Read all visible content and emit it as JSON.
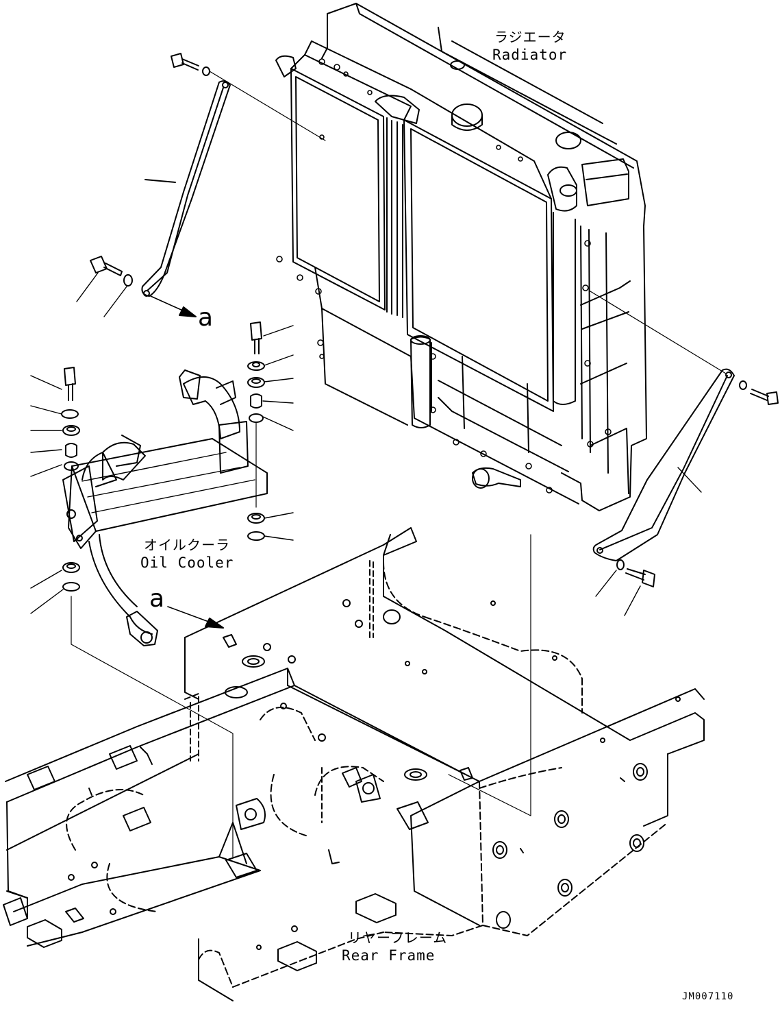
{
  "labels": {
    "radiator_jp": "ラジエータ",
    "radiator_en": "Radiator",
    "oil_cooler_jp": "オイルクーラ",
    "oil_cooler_en": "Oil Cooler",
    "rear_frame_jp": "リヤーフレーム",
    "rear_frame_en": "Rear Frame",
    "ref_a_top": "a",
    "ref_a_bottom": "a",
    "drawing_code": "JM007110"
  },
  "colors": {
    "line": "#000000",
    "background": "#ffffff"
  }
}
